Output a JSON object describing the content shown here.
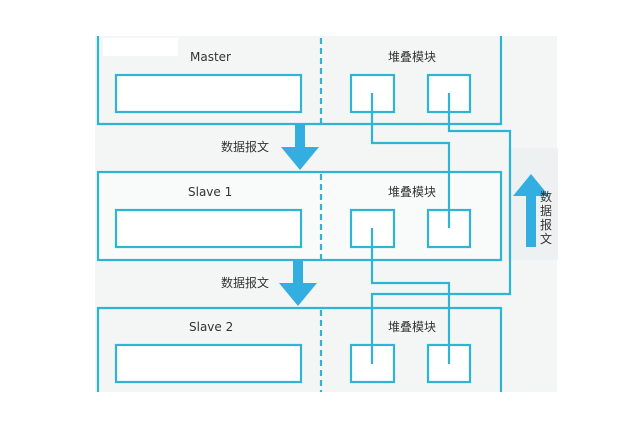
{
  "colors": {
    "line": "#2fb4d4",
    "arrow": "#33aee0",
    "panel": "#f4f6f6",
    "text": "#333333"
  },
  "units": {
    "master": {
      "name": "Master",
      "stack": "堆叠模块"
    },
    "slave1": {
      "name": "Slave 1",
      "stack": "堆叠模块"
    },
    "slave2": {
      "name": "Slave 2",
      "stack": "堆叠模块"
    }
  },
  "arrows": {
    "down1": "数据报文",
    "down2": "数据报文",
    "up": [
      "数",
      "据",
      "报",
      "文"
    ]
  }
}
